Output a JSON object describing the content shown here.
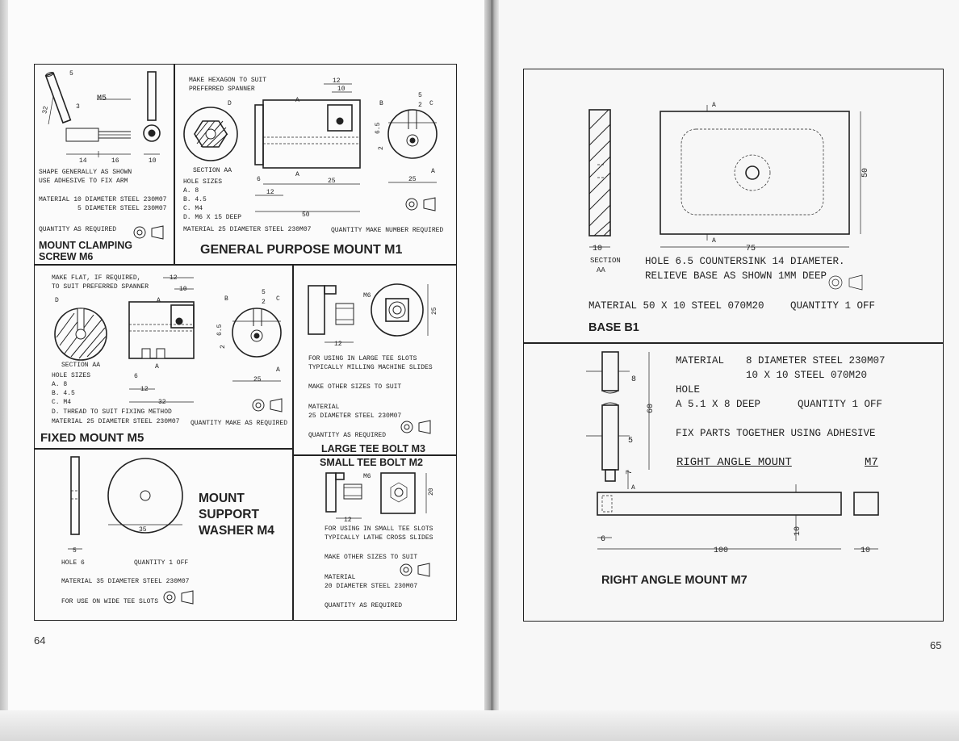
{
  "left_page": {
    "page_number": "64",
    "m6": {
      "labels": {
        "d5": "5",
        "d3": "3",
        "d32": "32",
        "m5": "M5",
        "d14": "14",
        "d16": "16",
        "d10": "10"
      },
      "notes": [
        "SHAPE GENERALLY AS SHOWN",
        "USE ADHESIVE TO FIX ARM"
      ],
      "material": [
        "MATERIAL 10 DIAMETER STEEL 230M07",
        "5 DIAMETER STEEL 230M07"
      ],
      "quantity": "QUANTITY AS REQUIRED",
      "title": [
        "MOUNT CLAMPING",
        "SCREW M6"
      ]
    },
    "m1": {
      "note": [
        "MAKE HEXAGON TO SUIT",
        "PREFERRED SPANNER"
      ],
      "labels": {
        "d": "D",
        "a": "A",
        "a2": "A",
        "b": "B",
        "c": "C",
        "d12": "12",
        "d10": "10",
        "d5": "5",
        "d2": "2",
        "d65": "6.5",
        "d2b": "2",
        "d6": "6",
        "d25": "25",
        "d25b": "25",
        "d50": "50",
        "d12b": "12",
        "a3": "A"
      },
      "section": "SECTION AA",
      "hole_sizes": [
        "HOLE SIZES",
        "A. 8",
        "B. 4.5",
        "C. M4",
        "D. M6 X 15 DEEP"
      ],
      "material": "MATERIAL 25 DIAMETER STEEL 230M07",
      "quantity": "QUANTITY MAKE NUMBER REQUIRED",
      "title": "GENERAL PURPOSE MOUNT M1"
    },
    "m5": {
      "note": [
        "MAKE FLAT, IF REQUIRED,",
        "TO SUIT PREFERRED SPANNER"
      ],
      "labels": {
        "d": "D",
        "a": "A",
        "a2": "A",
        "b": "B",
        "c": "C",
        "d12": "12",
        "d10": "10",
        "d5": "5",
        "d2": "2",
        "d65": "6.5",
        "d2b": "2",
        "d6": "6",
        "d12b": "12",
        "d25": "25",
        "d32": "32",
        "a3": "A"
      },
      "section": "SECTION AA",
      "hole_sizes": [
        "HOLE SIZES",
        "A. 8",
        "B. 4.5",
        "C. M4",
        "D. THREAD TO SUIT FIXING METHOD"
      ],
      "material": "MATERIAL 25 DIAMETER STEEL 230M07",
      "quantity": "QUANTITY MAKE AS REQUIRED",
      "title": "FIXED MOUNT M5"
    },
    "m3": {
      "labels": {
        "m6": "M6",
        "d12": "12",
        "d25": "25"
      },
      "notes": [
        "FOR USING IN LARGE TEE SLOTS",
        "TYPICALLY MILLING MACHINE SLIDES"
      ],
      "other": "MAKE OTHER SIZES TO SUIT",
      "material": [
        "MATERIAL",
        "25 DIAMETER STEEL 230M07"
      ],
      "quantity": "QUANTITY AS REQUIRED",
      "title": "LARGE TEE BOLT M3"
    },
    "m4": {
      "labels": {
        "d5": "5",
        "d35": "35"
      },
      "hole": "HOLE 6",
      "quantity": "QUANTITY 1 OFF",
      "material": "MATERIAL 35 DIAMETER STEEL 230M07",
      "note": "FOR USE ON WIDE TEE SLOTS",
      "title": [
        "MOUNT",
        "SUPPORT",
        "WASHER M4"
      ]
    },
    "m2": {
      "title": "SMALL TEE BOLT M2",
      "labels": {
        "m6": "M6",
        "d12": "12",
        "d20": "20"
      },
      "notes": [
        "FOR USING IN SMALL TEE SLOTS",
        "TYPICALLY LATHE CROSS SLIDES"
      ],
      "other": "MAKE OTHER SIZES TO SUIT",
      "material": [
        "MATERIAL",
        "20 DIAMETER STEEL 230M07"
      ],
      "quantity": "QUANTITY AS REQUIRED"
    }
  },
  "right_page": {
    "page_number": "65",
    "b1": {
      "labels": {
        "a": "A",
        "a2": "A",
        "d10": "10",
        "d75": "75",
        "d50": "50"
      },
      "section": [
        "SECTION",
        "AA"
      ],
      "notes": [
        "HOLE 6.5 COUNTERSINK 14 DIAMETER.",
        "RELIEVE BASE AS SHOWN 1MM DEEP"
      ],
      "material": "MATERIAL 50 X 10 STEEL 070M20",
      "quantity": "QUANTITY 1 OFF",
      "title": "BASE B1"
    },
    "m7": {
      "material_label": "MATERIAL",
      "material": [
        "8 DIAMETER STEEL 230M07",
        "10 X 10 STEEL 070M20"
      ],
      "hole": [
        "HOLE",
        "A 5.1 X 8 DEEP"
      ],
      "quantity": "QUANTITY 1 OFF",
      "note": "FIX PARTS TOGETHER USING ADHESIVE",
      "heading": "RIGHT ANGLE MOUNT",
      "heading_code": "M7",
      "labels": {
        "d8": "8",
        "d60": "60",
        "d5": "5",
        "d7": "7",
        "a": "A",
        "d6": "6",
        "d100": "100",
        "d10": "10",
        "d10b": "10"
      },
      "title": "RIGHT ANGLE MOUNT M7"
    }
  }
}
